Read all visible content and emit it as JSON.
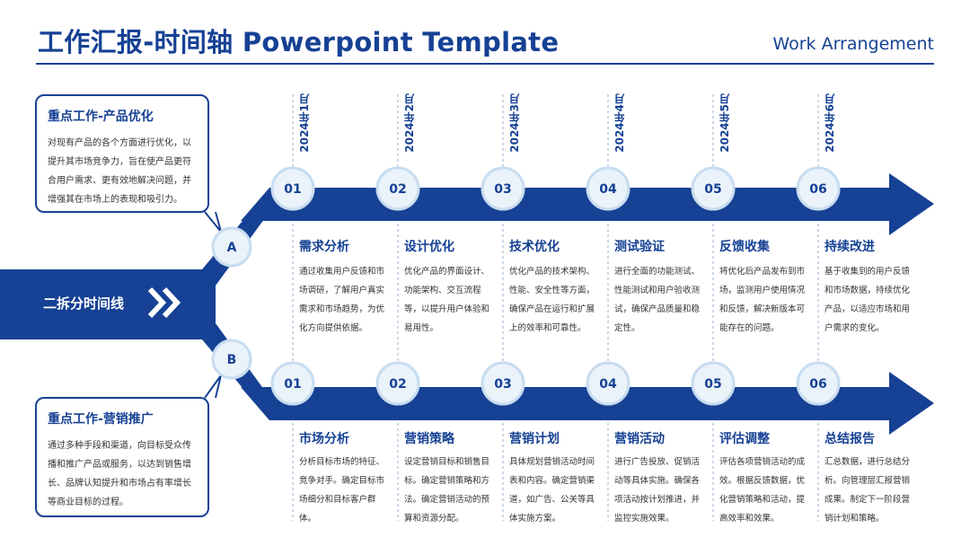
{
  "header": {
    "title": "工作汇报-时间轴 Powerpoint Template",
    "subtitle": "Work Arrangement"
  },
  "center_label": "二拆分时间线",
  "nodes": {
    "a": "A",
    "b": "B"
  },
  "callouts": [
    {
      "title": "重点工作-产品优化",
      "text": "对现有产品的各个方面进行优化，以提升其市场竞争力，旨在使产品更符合用户需求、更有效地解决问题，并增强其在市场上的表现和吸引力。"
    },
    {
      "title": "重点工作-营销推广",
      "text": "通过多种手段和渠道，向目标受众传播和推广产品或服务，以达到销售增长、品牌认知提升和市场占有率增长等商业目标的过程。"
    }
  ],
  "months": [
    "2024年1月",
    "2024年2月",
    "2024年3月",
    "2024年4月",
    "2024年5月",
    "2024年6月"
  ],
  "numbers": [
    "01",
    "02",
    "03",
    "04",
    "05",
    "06"
  ],
  "top_steps": [
    {
      "title": "需求分析",
      "desc": "通过收集用户反馈和市场调研，了解用户真实需求和市场趋势，为优化方向提供依据。"
    },
    {
      "title": "设计优化",
      "desc": "优化产品的界面设计、功能架构、交互流程等，以提升用户体验和易用性。"
    },
    {
      "title": "技术优化",
      "desc": "优化产品的技术架构、性能、安全性等方面，确保产品在运行和扩展上的效率和可靠性。"
    },
    {
      "title": "测试验证",
      "desc": "进行全面的功能测试、性能测试和用户验收测试，确保产品质量和稳定性。"
    },
    {
      "title": "反馈收集",
      "desc": "将优化后产品发布到市场，监测用户使用情况和反馈，解决新版本可能存在的问题。"
    },
    {
      "title": "持续改进",
      "desc": "基于收集到的用户反馈和市场数据，持续优化产品，以适应市场和用户需求的变化。"
    }
  ],
  "bottom_steps": [
    {
      "title": "市场分析",
      "desc": "分析目标市场的特征、竞争对手。确定目标市场细分和目标客户群体。"
    },
    {
      "title": "营销策略",
      "desc": "设定营销目标和销售目标。确定营销策略和方法。确定营销活动的预算和资源分配。"
    },
    {
      "title": "营销计划",
      "desc": "具体规划营销活动时间表和内容。确定营销渠道，如广告、公关等具体实施方案。"
    },
    {
      "title": "营销活动",
      "desc": "进行广告投放、促销活动等具体实施。确保各项活动按计划推进，并监控实施效果。"
    },
    {
      "title": "评估调整",
      "desc": "评估各项营销活动的成效。根据反馈数据，优化营销策略和活动，提高效率和效果。"
    },
    {
      "title": "总结报告",
      "desc": "汇总数据，进行总结分析。向管理层汇报营销成果。制定下一阶段营销计划和策略。"
    }
  ],
  "colors": {
    "primary": "#164194",
    "circle_fill": "#eaf2fa",
    "circle_stroke": "#c7dcef"
  }
}
